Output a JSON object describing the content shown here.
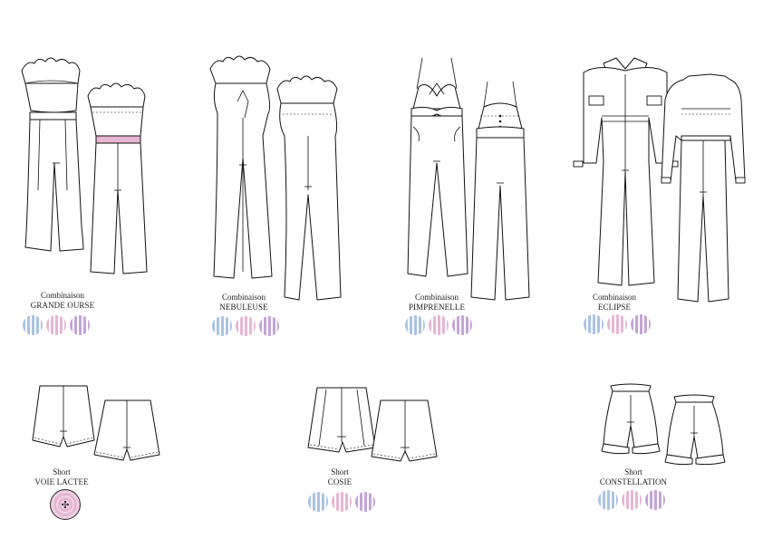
{
  "palette": {
    "blue": "#a9c3e3",
    "pink": "#e6b6d3",
    "violet": "#c3a4d8",
    "belt": "#e7b5d2"
  },
  "patterns": [
    {
      "category": "Combinaison",
      "name": "GRANDE OURSE",
      "options": "swatches"
    },
    {
      "category": "Combinaison",
      "name": "NEBULEUSE",
      "options": "swatches"
    },
    {
      "category": "Combinaison",
      "name": "PIMPRENELLE",
      "options": "swatches"
    },
    {
      "category": "Combinaison",
      "name": "ECLIPSE",
      "options": "swatches"
    },
    {
      "category": "Short",
      "name": "VOIE LACTEE",
      "options": "badge",
      "badge_icon": "fabric-swatch-icon"
    },
    {
      "category": "Short",
      "name": "COSIE",
      "options": "swatches"
    },
    {
      "category": "Short",
      "name": "CONSTELLATION",
      "options": "swatches"
    }
  ]
}
